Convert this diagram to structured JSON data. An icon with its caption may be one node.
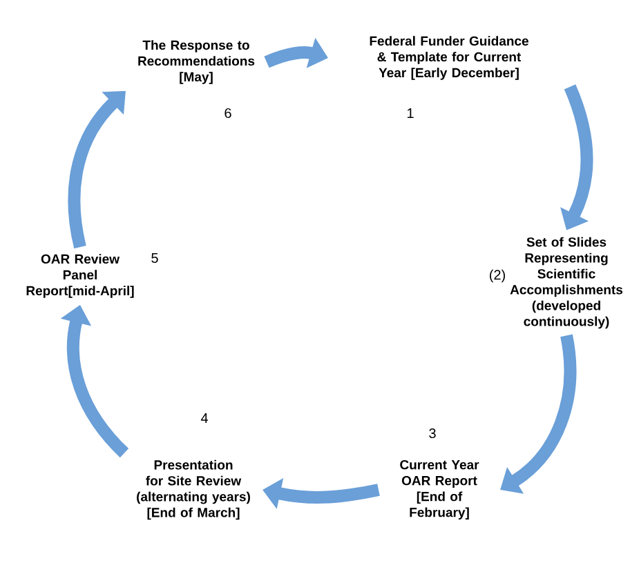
{
  "diagram": {
    "nodes": [
      {
        "text": [
          "The Response to Recommendations [May]"
        ],
        "beside": [
          "6"
        ]
      },
      {
        "text": [
          "Federal Funder Guidance & Template for Current Year [Early December]"
        ],
        "beside": [
          "1"
        ]
      },
      {
        "text": [
          "Set of Slides Representing Scientific Accomplishments (developed continuously)"
        ],
        "beside": [
          "(2)"
        ]
      },
      {
        "text": [
          "OAR Review Panel Report[mid-April]"
        ],
        "beside": [
          "5"
        ]
      },
      {
        "text": [
          "Presentation for Site Review (alternating years) [End of March]"
        ],
        "beside": [
          "4"
        ]
      },
      {
        "text": [
          "Current Year OAR Report [End of February]"
        ],
        "beside": [
          "3"
        ]
      }
    ],
    "edges": [
      {
        "from": 0,
        "to": 1,
        "arrow": "to"
      },
      {
        "from": 1,
        "to": 2,
        "arrow": "to"
      },
      {
        "from": 2,
        "to": 5,
        "arrow": "to"
      },
      {
        "from": 5,
        "to": 4,
        "arrow": "to"
      },
      {
        "from": 4,
        "to": 3,
        "arrow": "to"
      },
      {
        "from": 3,
        "to": 0,
        "arrow": "to"
      }
    ]
  }
}
